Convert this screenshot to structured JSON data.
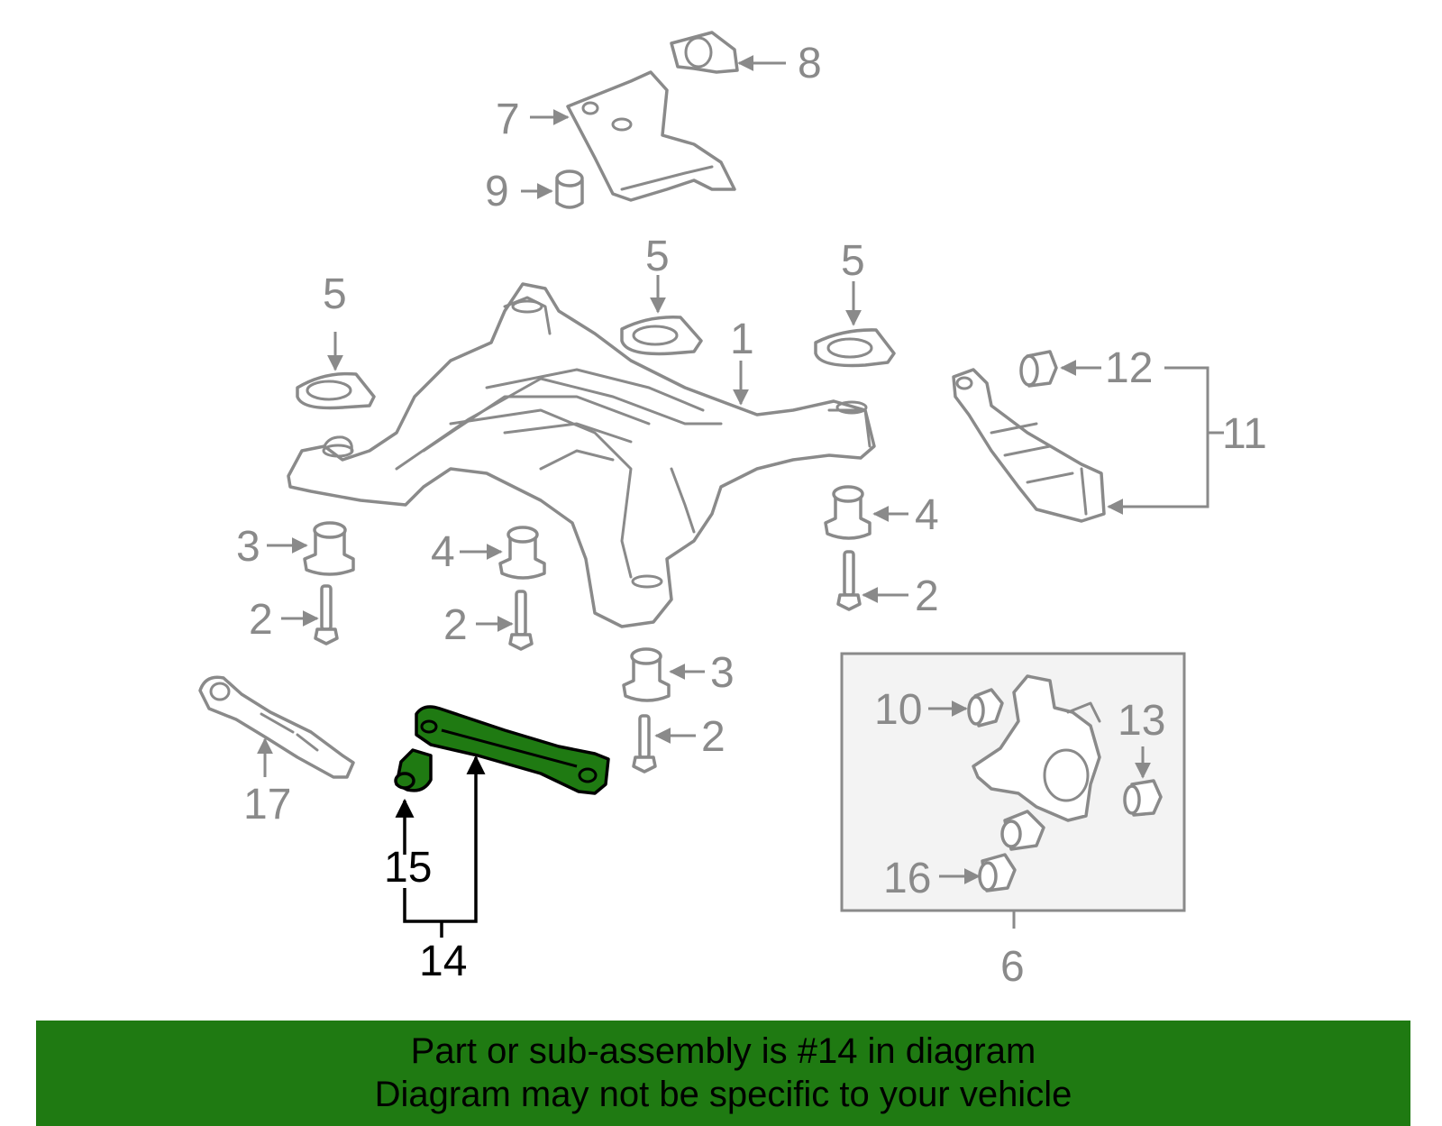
{
  "callouts": {
    "c1": "1",
    "c2a": "2",
    "c2b": "2",
    "c2c": "2",
    "c2d": "2",
    "c3a": "3",
    "c3b": "3",
    "c4a": "4",
    "c4b": "4",
    "c5a": "5",
    "c5b": "5",
    "c5c": "5",
    "c6": "6",
    "c7": "7",
    "c8": "8",
    "c9": "9",
    "c10": "10",
    "c11": "11",
    "c12": "12",
    "c13": "13",
    "c14": "14",
    "c15": "15",
    "c16": "16",
    "c17": "17"
  },
  "highlight": {
    "part_number": "14",
    "color": "#1f7a12"
  },
  "banner": {
    "line1": "Part or sub-assembly is #14 in diagram",
    "line2": "Diagram may not be specific to your vehicle"
  }
}
